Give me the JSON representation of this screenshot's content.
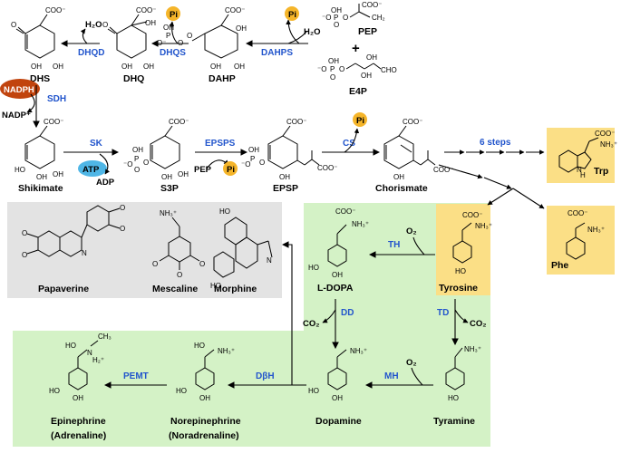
{
  "compounds": {
    "dhs": "DHS",
    "dhq": "DHQ",
    "dahp": "DAHP",
    "pep": "PEP",
    "e4p": "E4P",
    "shikimate": "Shikimate",
    "s3p": "S3P",
    "epsp": "EPSP",
    "chorismate": "Chorismate",
    "trp": "Trp",
    "phe": "Phe",
    "tyrosine": "Tyrosine",
    "ldopa": "L-DOPA",
    "dopamine": "Dopamine",
    "tyramine": "Tyramine",
    "norepinephrine": "Norepinephrine",
    "norepinephrine_alt": "(Noradrenaline)",
    "epinephrine": "Epinephrine",
    "epinephrine_alt": "(Adrenaline)",
    "papaverine": "Papaverine",
    "mescaline": "Mescaline",
    "morphine": "Morphine"
  },
  "enzymes": {
    "dhqd": "DHQD",
    "dhqs": "DHQS",
    "dahps": "DAHPS",
    "sdh": "SDH",
    "sk": "SK",
    "epsps": "EPSPS",
    "cs": "CS",
    "six_steps": "6 steps",
    "th": "TH",
    "dd": "DD",
    "td": "TD",
    "mh": "MH",
    "dbh": "DβH",
    "pemt": "PEMT"
  },
  "cofactors": {
    "h2o_1": "H₂O",
    "h2o_2": "H₂O",
    "pi": "Pi",
    "nadph": "NADPH",
    "nadp": "NADP⁺",
    "atp": "ATP",
    "adp": "ADP",
    "pep2": "PEP",
    "o2": "O₂",
    "co2": "CO₂",
    "plus": "+"
  },
  "colors": {
    "enzyme_text": "#2255cc",
    "pi_circle": "#f5b52a",
    "nadph_fill": "#c1440e",
    "atp_fill": "#4fb6e6",
    "green_region": "#d4f2c6",
    "gray_region": "#e3e3e3",
    "yellow_box": "#fbdf86"
  }
}
